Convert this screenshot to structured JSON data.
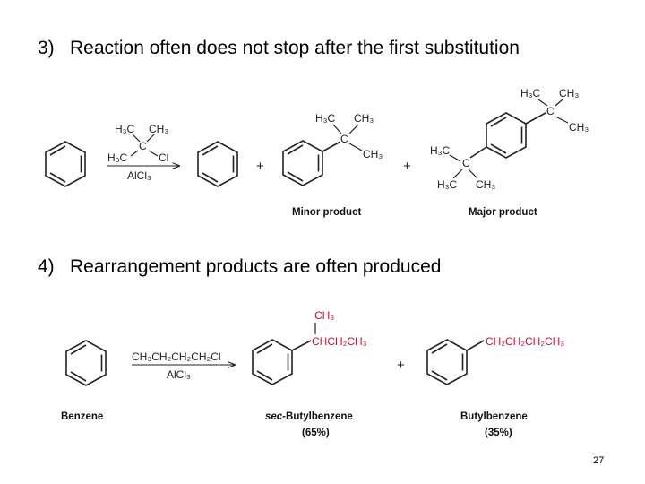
{
  "slide": {
    "page_number": "27",
    "section3": {
      "number": "3)",
      "title": "Reaction often does not stop after the first substitution"
    },
    "section4": {
      "number": "4)",
      "title": "Rearrangement products are often produced"
    }
  },
  "reaction1": {
    "reagent": {
      "c": "C",
      "left_methyl": "H₃C",
      "right_methyl": "CH₃",
      "bottom_methyl": "H₃C",
      "cl": "Cl"
    },
    "catalyst": "AlCl₃",
    "plus": [
      "+",
      "+"
    ],
    "minor_group": {
      "c": "C",
      "left_methyl": "H₃C",
      "right_methyl": "CH₃",
      "third_methyl": "CH₃"
    },
    "major_top_group": {
      "c": "C",
      "left_methyl": "H₃C",
      "right_methyl": "CH₃",
      "third_methyl": "CH₃"
    },
    "major_bottom_group": {
      "c": "C",
      "left_methyl": "H₃C",
      "bottom_left_methyl": "H₃C",
      "bottom_right_methyl": "CH₃"
    },
    "minor_label": "Minor product",
    "major_label": "Major product"
  },
  "reaction2": {
    "reagent": "CH₃CH₂CH₂CH₂Cl",
    "catalyst": "AlCl₃",
    "plus": "+",
    "benzene_label": "Benzene",
    "sec_methyl": "CH₃",
    "sec_chain": "CHCH₂CH₃",
    "sec_label_prefix": "sec-",
    "sec_label_rest": "Butylbenzene",
    "sec_yield": "(65%)",
    "butyl_chain": "CH₂CH₂CH₂CH₃",
    "butyl_label": "Butylbenzene",
    "butyl_yield": "(35%)"
  },
  "colors": {
    "text": "#000000",
    "structure": "#222222",
    "highlight": "#c8102e",
    "background": "#ffffff"
  }
}
